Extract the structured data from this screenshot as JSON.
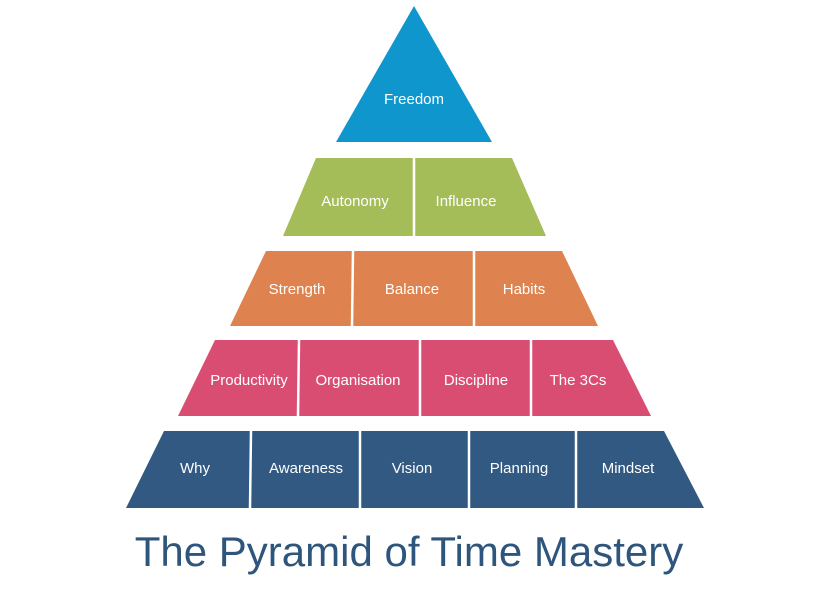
{
  "title": "The Pyramid of Time Mastery",
  "colors": {
    "tier1": "#0E96CD",
    "tier2": "#A4BD59",
    "tier3": "#DE834F",
    "tier4": "#DA4D73",
    "tier5": "#315982",
    "title": "#2E557C",
    "divider": "#ffffff",
    "label": "#ffffff"
  },
  "tiers": [
    {
      "color_key": "tier1",
      "items": [
        "Freedom"
      ]
    },
    {
      "color_key": "tier2",
      "items": [
        "Autonomy",
        "Influence"
      ]
    },
    {
      "color_key": "tier3",
      "items": [
        "Strength",
        "Balance",
        "Habits"
      ]
    },
    {
      "color_key": "tier4",
      "items": [
        "Productivity",
        "Organisation",
        "Discipline",
        "The 3Cs"
      ]
    },
    {
      "color_key": "tier5",
      "items": [
        "Why",
        "Awareness",
        "Vision",
        "Planning",
        "Mindset"
      ]
    }
  ]
}
